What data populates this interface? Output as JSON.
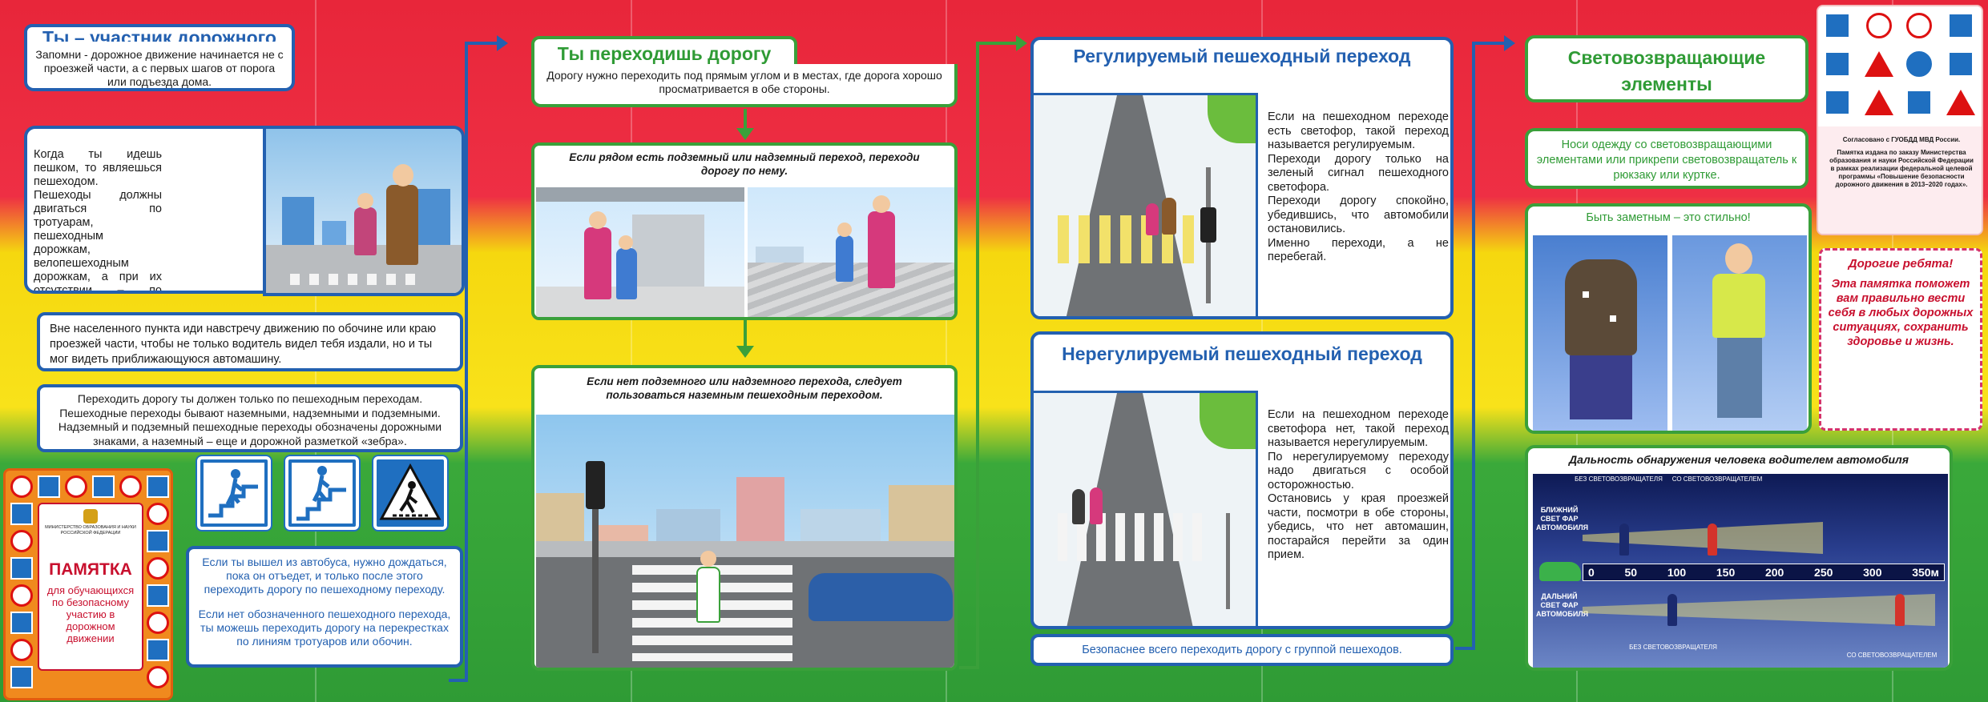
{
  "col1": {
    "title": "Ты – участник дорожного движения",
    "intro": "Запомни - дорожное движение начинается не с проезжей части, а с первых шагов от порога или подъезда дома.",
    "walk_text": "Когда ты идешь пешком, то являешься пешеходом.\nПешеходы должны двигаться по тротуарам, пешеходным дорожкам, велопешеходным дорожкам, а при их отсутствии – по обочинам.\nПридерживайся правой стороны, чтобы не мешать движению встречных пешеходов.",
    "outside_text": "Вне населенного пункта иди навстречу движению по обочине или краю проезжей части, чтобы не только водитель видел тебя издали, но и ты мог видеть приближающуюся автомашину.",
    "crossings_text": "Переходить дорогу ты должен только по пешеходным переходам.\nПешеходные переходы бывают наземными, надземными и подземными.\nНадземный и подземный пешеходные переходы обозначены дорожными знаками, а наземный – еще и дорожной разметкой «зебра».",
    "bus_text": "Если ты вышел из автобуса, нужно дождаться, пока он отъедет, и только после этого переходить дорогу по пешеходному переходу.",
    "unmarked_text": "Если нет обозначенного пешеходного перехода, ты можешь переходить дорогу на перекрестках по линиям тротуаров или обочин.",
    "cover": {
      "ministry": "МИНИСТЕРСТВО ОБРАЗОВАНИЯ И НАУКИ РОССИЙСКОЙ ФЕДЕРАЦИИ",
      "title": "ПАМЯТКА",
      "subtitle": "для обучающихся по безопасному участию в дорожном движении"
    }
  },
  "col2": {
    "title": "Ты переходишь дорогу",
    "intro": "Дорогу нужно переходить под прямым углом и в местах, где дорога хорошо просматривается в обе стороны.",
    "underground_caption": "Если рядом есть подземный или надземный переход, переходи дорогу по нему.",
    "ground_caption": "Если нет подземного или надземного перехода, следует пользоваться наземным пешеходным переходом."
  },
  "col3": {
    "reg_title": "Регулируемый пешеходный переход",
    "reg_text": "Если на пешеходном переходе есть светофор, такой переход называется регулируемым.\nПереходи дорогу только на зеленый сигнал пешеходного светофора.\nПереходи дорогу спокойно, убедившись, что автомобили остановились.\nИменно переходи, а не перебегай.",
    "unreg_title": "Нерегулируемый пешеходный переход",
    "unreg_text": "Если на пешеходном переходе светофора нет, такой переход называется нерегулируемым.\nПо нерегулируемому переходу надо двигаться с особой осторожностью.\nОстановись у края проезжей части, посмотри в обе стороны, убедись, что нет автомашин, постарайся перейти за один прием.",
    "group_text": "Безопаснее всего переходить дорогу с группой пешеходов."
  },
  "col4": {
    "title": "Световозвращающие элементы",
    "advice": "Носи одежду со световозвращающими элементами или прикрепи световозвращатель к рюкзаку или куртке.",
    "slogan": "Быть заметным – это стильно!",
    "chart_title": "Дальность обнаружения человека водителем автомобиля",
    "near_label": "БЛИЖНИЙ СВЕТ ФАР АВТОМОБИЛЯ",
    "far_label": "ДАЛЬНИЙ СВЕТ ФАР АВТОМОБИЛЯ",
    "without": "БЕЗ СВЕТОВОЗВРАЩАТЕЛЯ",
    "with": "СО СВЕТОВОЗВРАЩАТЕЛЕМ",
    "scale": [
      "0",
      "50",
      "100",
      "150",
      "200",
      "250",
      "300",
      "350м"
    ]
  },
  "col5": {
    "approval": "Согласовано с ГУОБДД МВД России.",
    "publisher": "Памятка издана по заказу Министерства образования и науки Российской Федерации",
    "program": "в рамках реализации федеральной целевой программы «Повышение безопасности дорожного движения в 2013–2020 годах».",
    "kids_title": "Дорогие ребята!",
    "kids_text": "Эта памятка поможет вам правильно вести себя в любых дорожных ситуациях, сохранить здоровье и жизнь."
  },
  "colors": {
    "blue": "#2360b0",
    "green": "#3aa03a",
    "red": "#c8102e"
  }
}
